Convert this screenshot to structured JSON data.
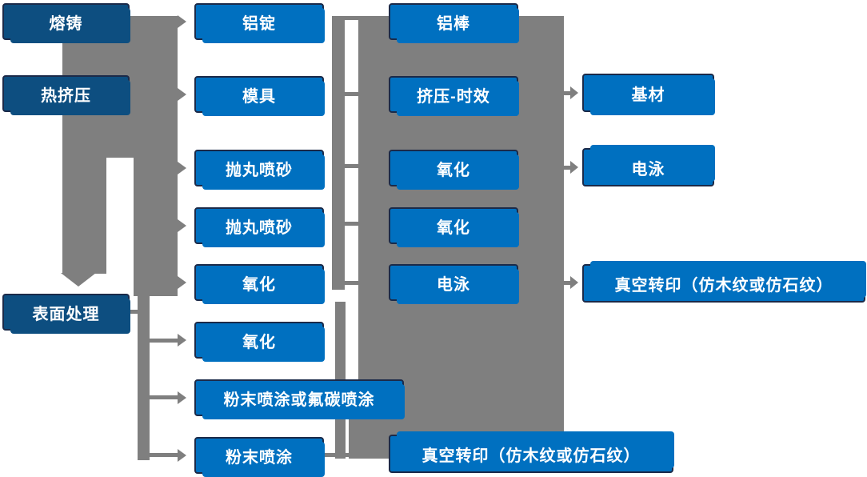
{
  "diagram_title": "aluminum-profile-process-flow",
  "colors": {
    "stage_fill": "#0D4E80",
    "process_fill": "#0070C0",
    "connector_gray": "#7F7F7F",
    "node_border": "#1B2A49",
    "text": "#FFFFFF",
    "background": "#FFFFFF"
  },
  "nodes": {
    "c1r1": {
      "label": "熔铸"
    },
    "c1r2": {
      "label": "热挤压"
    },
    "c1r3": {
      "label": "表面处理"
    },
    "c2r1": {
      "label": "铝锭"
    },
    "c2r2": {
      "label": "模具"
    },
    "c2r3": {
      "label": "抛丸喷砂"
    },
    "c2r4": {
      "label": "抛丸喷砂"
    },
    "c2r5": {
      "label": "氧化"
    },
    "c2r6": {
      "label": "氧化"
    },
    "c2r7": {
      "label": "粉末喷涂或氟碳喷涂"
    },
    "c2r8": {
      "label": "粉末喷涂"
    },
    "c3r1": {
      "label": "铝棒"
    },
    "c3r2": {
      "label": "挤压-时效"
    },
    "c3r3": {
      "label": "氧化"
    },
    "c3r4": {
      "label": "氧化"
    },
    "c3r5": {
      "label": "电泳"
    },
    "c3r6": {
      "label": "真空转印（仿木纹或仿石纹）"
    },
    "c4r1": {
      "label": "基材"
    },
    "c4r2": {
      "label": "电泳"
    },
    "c4r3": {
      "label": "真空转印（仿木纹或仿石纹）"
    }
  }
}
